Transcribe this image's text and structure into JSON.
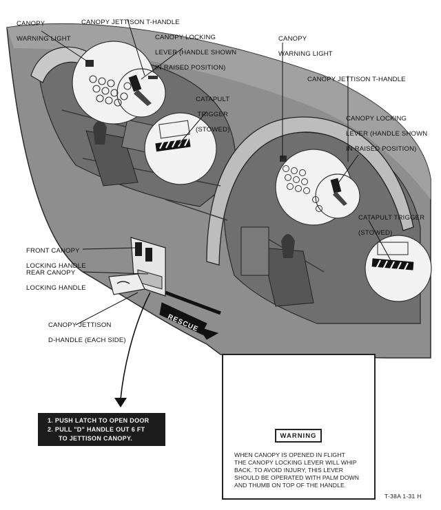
{
  "labels": {
    "front_warning_light": [
      "CANOPY",
      "WARNING LIGHT"
    ],
    "front_jettison_t_handle": [
      "CANOPY JETTISON T-HANDLE"
    ],
    "front_locking_lever": [
      "CANOPY LOCKING",
      "LEVER (HANDLE SHOWN",
      "IN RAISED POSITION)"
    ],
    "front_catapult_trigger": [
      "CATAPULT",
      "TRIGGER",
      "(STOWED)"
    ],
    "rear_warning_light": [
      "CANOPY",
      "WARNING LIGHT"
    ],
    "rear_jettison_t_handle": [
      "CANOPY JETTISON T-HANDLE"
    ],
    "rear_locking_lever": [
      "CANOPY LOCKING",
      "LEVER (HANDLE SHOWN",
      "IN RAISED POSITION)"
    ],
    "rear_catapult_trigger": [
      "CATAPULT TRIGGER",
      "(STOWED)"
    ],
    "front_canopy_locking_handle": [
      "FRONT CANOPY",
      "LOCKING HANDLE"
    ],
    "rear_canopy_locking_handle": [
      "REAR CANOPY",
      "LOCKING HANDLE"
    ],
    "jettison_d_handle": [
      "CANOPY JETTISON",
      "D-HANDLE (EACH SIDE)"
    ]
  },
  "rescue_arrow_text": "RESCUE",
  "instructions": [
    "1.  PUSH LATCH TO OPEN DOOR",
    "2.  PULL \"D\" HANDLE OUT 6 FT",
    "TO JETTISON CANOPY."
  ],
  "warning": {
    "title": "WARNING",
    "text": [
      "WHEN CANOPY IS OPENED IN FLIGHT",
      "THE CANOPY LOCKING LEVER WILL WHIP",
      "BACK.  TO AVOID INJURY, THIS LEVER",
      "SHOULD BE OPERATED WITH PALM DOWN",
      "AND THUMB ON TOP OF THE HANDLE."
    ]
  },
  "figure_ref": "T-38A  1-31 H",
  "colors": {
    "fuselage": "#8e8e8e",
    "fuselage_dark": "#5e5e5e",
    "cockpit_interior": "#6f6f6f",
    "detail_circle": "#f2f2f2",
    "ink": "#1a1a1a"
  }
}
